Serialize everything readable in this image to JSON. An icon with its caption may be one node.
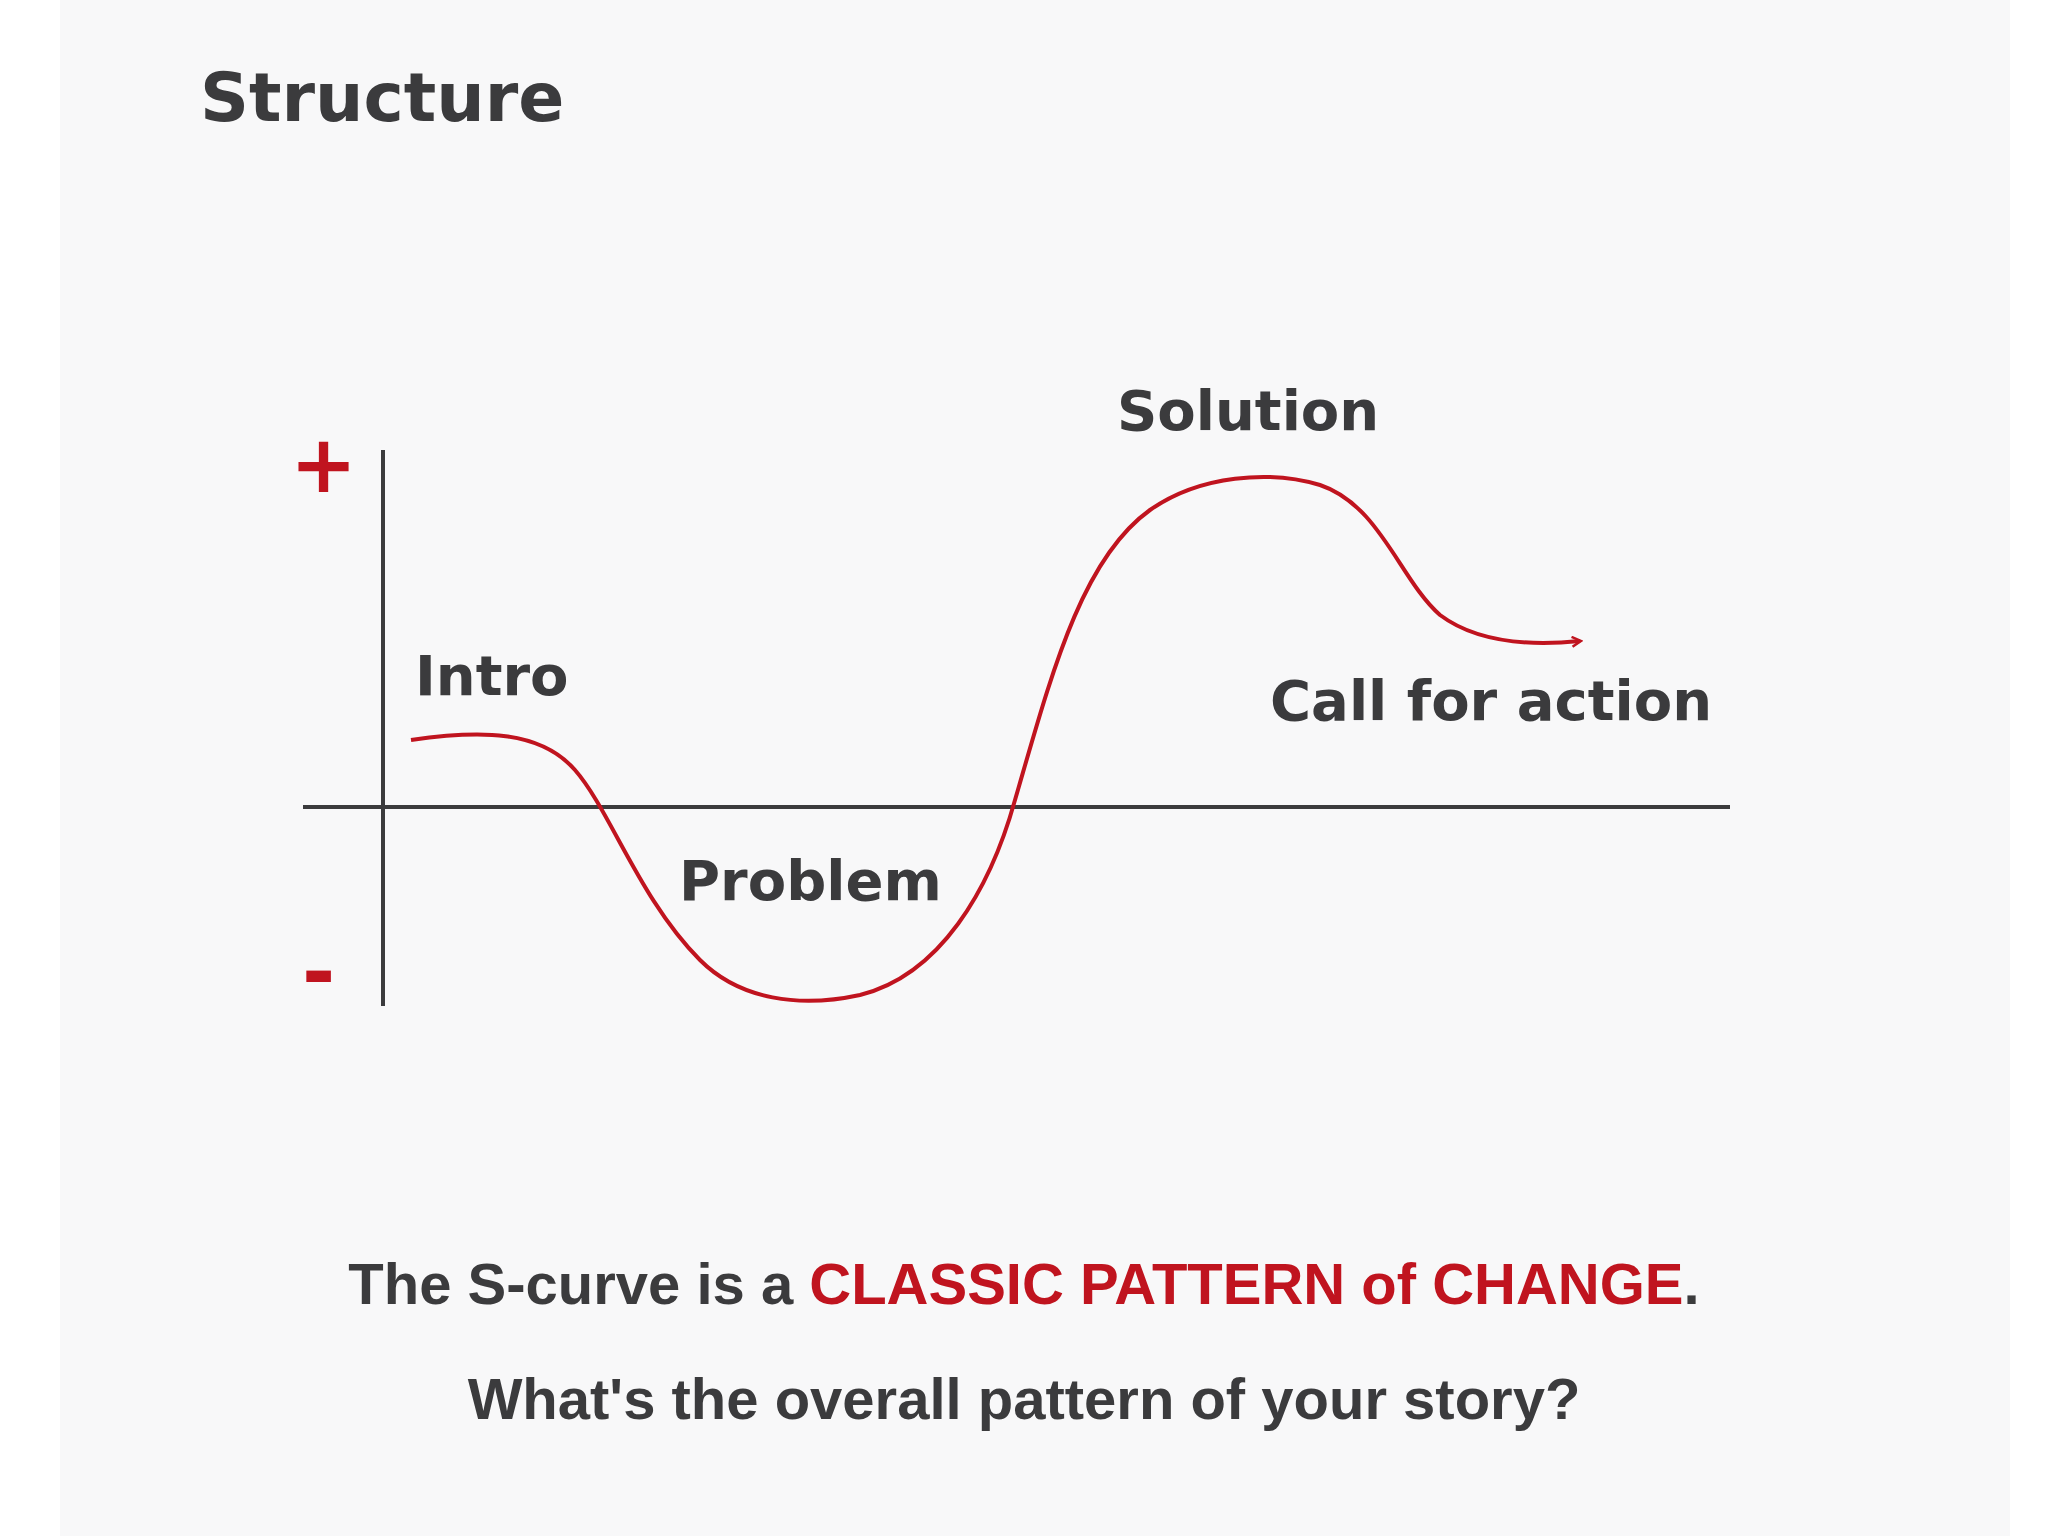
{
  "diagram": {
    "title": "Structure",
    "caption": "The S-curve is a **CLASSIC PATTERN of CHANGE**.",
    "labels": [
      "Solution",
      "+",
      "Intro",
      "Call for action",
      "Problem",
      "-",
      "What's the overall pattern of your story?"
    ]
  }
}
